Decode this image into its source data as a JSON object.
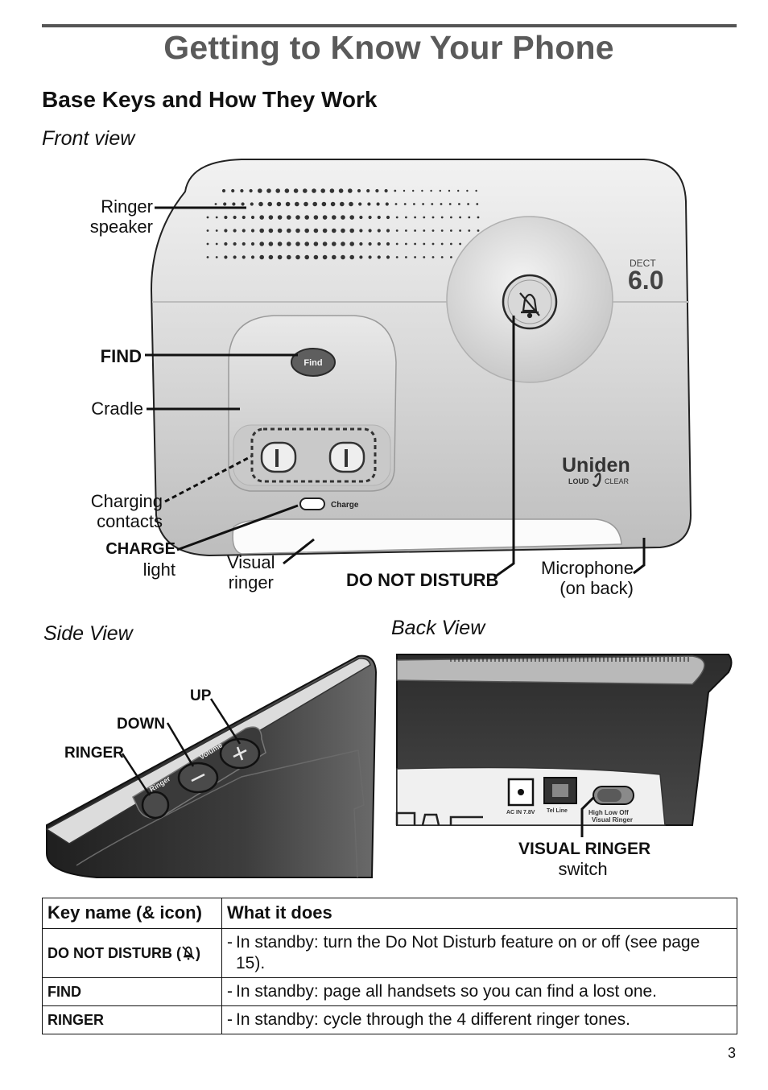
{
  "page": {
    "title": "Getting to Know Your Phone",
    "section_title": "Base Keys and How They Work",
    "page_number": "3"
  },
  "front_view": {
    "label": "Front view",
    "callouts": {
      "ringer_speaker": [
        "Ringer",
        "speaker"
      ],
      "find": "FIND",
      "cradle": "Cradle",
      "charging_contacts": [
        "Charging",
        "contacts"
      ],
      "charge_light": [
        "CHARGE",
        "light"
      ],
      "visual_ringer": [
        "Visual",
        "ringer"
      ],
      "do_not_disturb": "DO NOT DISTURB",
      "microphone": [
        "Microphone",
        "(on back)"
      ]
    },
    "device_text": {
      "find_key": "Find",
      "charge_label": "Charge",
      "dect_small": "DECT",
      "dect_big": "6.0",
      "brand": "Uniden",
      "loud": "LOUD",
      "clear": "CLEAR"
    }
  },
  "side_view": {
    "label": "Side View",
    "callouts": {
      "up": "UP",
      "down": "DOWN",
      "ringer": "RINGER"
    },
    "device_text": {
      "volume": "Volume",
      "ringer": "Ringer"
    }
  },
  "back_view": {
    "label": "Back View",
    "callouts": {
      "visual_ringer": "VISUAL RINGER",
      "switch": "switch"
    },
    "device_text": {
      "ac_in": "AC IN 7.8V",
      "tel_line": "Tel Line",
      "switch_positions": "High  Low  Off",
      "visual_ringer": "Visual Ringer"
    }
  },
  "keys_table": {
    "headers": [
      "Key name (& icon)",
      "What it does"
    ],
    "rows": [
      {
        "key": "DO NOT DISTURB (",
        "key_suffix": ")",
        "dash": "-",
        "description": "In standby: turn the Do Not Disturb feature on or off (see page 15)."
      },
      {
        "key": "FIND",
        "dash": "-",
        "description": "In standby: page all handsets so you can find a lost one."
      },
      {
        "key": "RINGER",
        "dash": "-",
        "description": "In standby: cycle through the 4 different ringer tones."
      }
    ]
  },
  "colors": {
    "title_gray": "#5a5a5a",
    "device_dark": "#3a3a3a",
    "device_light": "#e4e4e4"
  }
}
